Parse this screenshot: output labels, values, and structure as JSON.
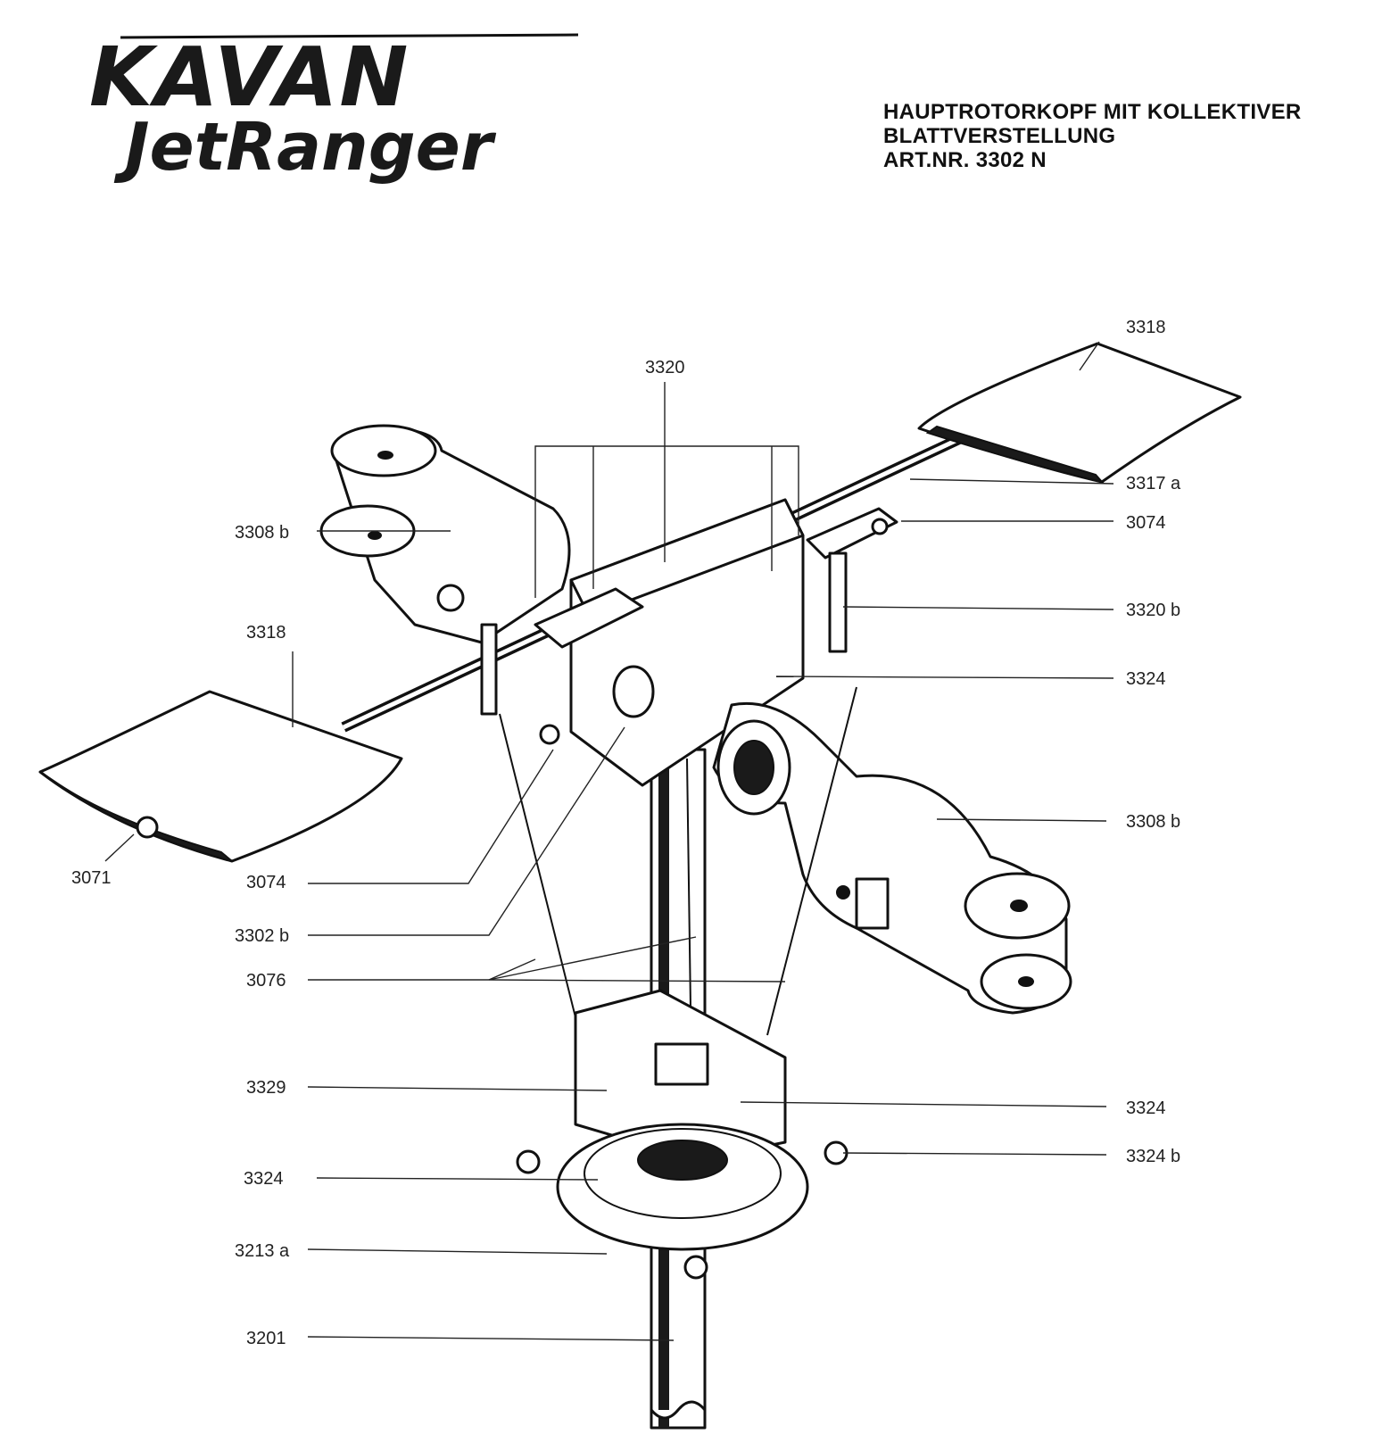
{
  "brand": {
    "logo_text_1": "KAVAN",
    "logo_text_2": "JetRanger"
  },
  "title": {
    "line1": "HAUPTROTORKOPF MIT KOLLEKTIVER",
    "line2": "BLATTVERSTELLUNG",
    "line3": "ART.NR. 3302 N"
  },
  "labels": {
    "l3318_top": "3318",
    "l3320": "3320",
    "l3317a": "3317 a",
    "l3074_right": "3074",
    "l3308b_left": "3308 b",
    "l3320b": "3320 b",
    "l3318_left": "3318",
    "l3324_upper": "3324",
    "l3308b_right": "3308 b",
    "l3071": "3071",
    "l3074_left": "3074",
    "l3302b": "3302 b",
    "l3076": "3076",
    "l3329": "3329",
    "l3324_mid": "3324",
    "l3324b": "3324 b",
    "l3324_lower": "3324",
    "l3213a": "3213 a",
    "l3201": "3201"
  }
}
